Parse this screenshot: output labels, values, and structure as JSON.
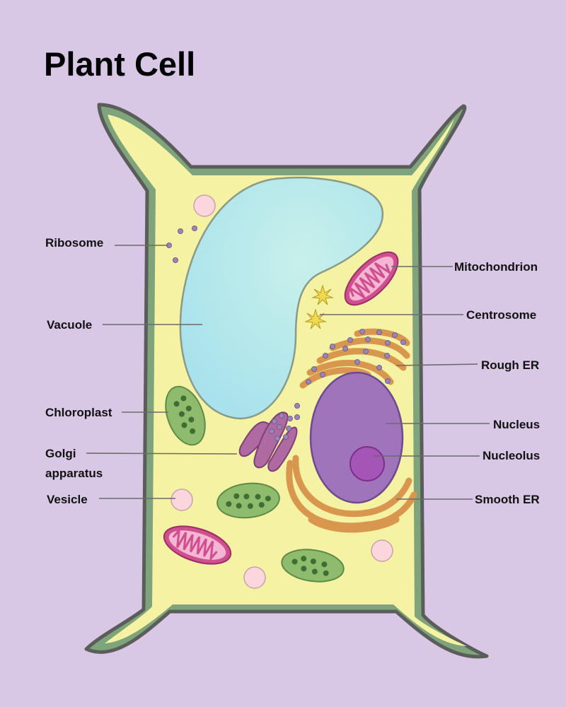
{
  "title": "Plant Cell",
  "colors": {
    "background": "#d8c8e6",
    "cell_wall": "#5a5d5a",
    "membrane": "#7fa47b",
    "cytoplasm": "#f5f3a3",
    "vacuole": "#b9e6e6",
    "nucleus": "#9f74bb",
    "nucleolus": "#a555b5",
    "mitochondrion": "#d04f8e",
    "chloroplast": "#8fbb6c",
    "er": "#d9964e",
    "golgi": "#b06aa2",
    "vesicle": "#fbd6dd",
    "centrosome": "#f0d850"
  },
  "labels": {
    "ribosome": "Ribosome",
    "vacuole": "Vacuole",
    "chloroplast": "Chloroplast",
    "golgi_line1": "Golgi",
    "golgi_line2": "apparatus",
    "vesicle": "Vesicle",
    "mitochondrion": "Mitochondrion",
    "centrosome": "Centrosome",
    "rough_er": "Rough ER",
    "nucleus": "Nucleus",
    "nucleolus": "Nucleolus",
    "smooth_er": "Smooth ER"
  }
}
